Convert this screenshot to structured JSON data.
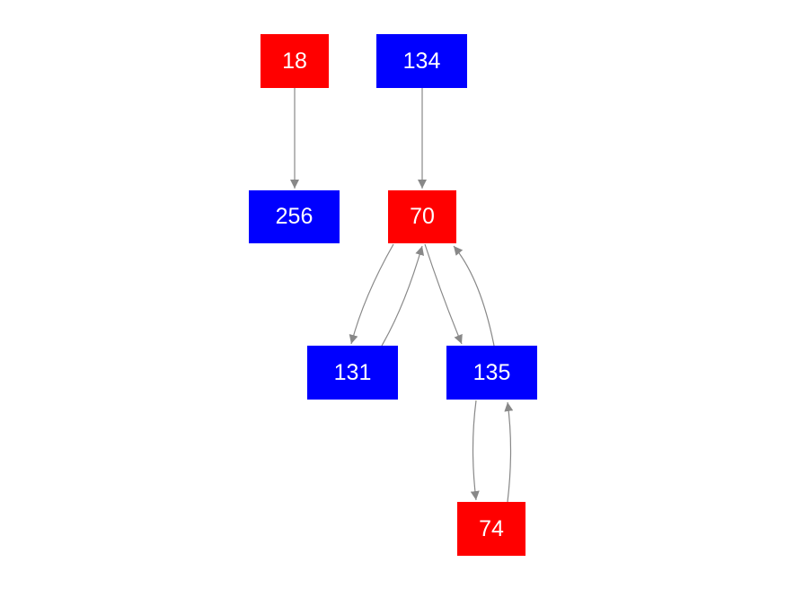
{
  "colors": {
    "red": "#ff0000",
    "blue": "#0000ff",
    "edge": "#888888",
    "label": "#ffffff"
  },
  "nodes": [
    {
      "id": "18",
      "label": "18",
      "color": "red"
    },
    {
      "id": "134",
      "label": "134",
      "color": "blue"
    },
    {
      "id": "256",
      "label": "256",
      "color": "blue"
    },
    {
      "id": "70",
      "label": "70",
      "color": "red"
    },
    {
      "id": "131",
      "label": "131",
      "color": "blue"
    },
    {
      "id": "135",
      "label": "135",
      "color": "blue"
    },
    {
      "id": "74",
      "label": "74",
      "color": "red"
    }
  ],
  "edges": [
    {
      "from": "18",
      "to": "256"
    },
    {
      "from": "134",
      "to": "70"
    },
    {
      "from": "70",
      "to": "131"
    },
    {
      "from": "131",
      "to": "70"
    },
    {
      "from": "70",
      "to": "135"
    },
    {
      "from": "135",
      "to": "70"
    },
    {
      "from": "135",
      "to": "74"
    },
    {
      "from": "74",
      "to": "135"
    }
  ]
}
